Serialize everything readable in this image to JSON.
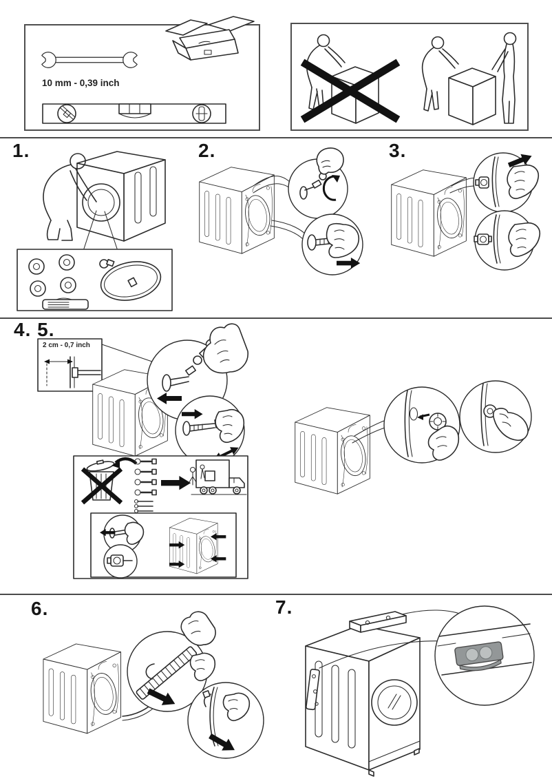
{
  "page": {
    "bg": "#ffffff",
    "ink": "#2b2b2b",
    "divider_color": "#4a4a4a",
    "arrow_color": "#121212",
    "bubble_gray": "#939798",
    "bubble_light": "#bcc0c0"
  },
  "tools_panel": {
    "wrench_label": "10 mm - 0,39 inch",
    "icons": [
      "wrench-icon",
      "toolbox-icon",
      "spirit-level-icon"
    ]
  },
  "lifting_panel": {
    "wrong_icon": "one-person-lift-icon",
    "prohibition_icon": "prohibition-x-icon",
    "correct_icon": "two-person-lift-icon"
  },
  "steps": [
    {
      "label": "1.",
      "topic": "unpack-parts-from-drum"
    },
    {
      "label": "2.",
      "topic": "unscrew-and-remove-transit-bolts"
    },
    {
      "label": "3.",
      "topic": "remove-plastic-spacers"
    },
    {
      "label": "4. 5.",
      "topic": "keep-transit-bolts-and-fit-caps"
    },
    {
      "label": "6.",
      "topic": "release-drain-hose"
    },
    {
      "label": "7.",
      "topic": "check-level-remove-brackets"
    }
  ],
  "inset": {
    "gap_label": "2 cm - 0,7 inch"
  },
  "icons": {
    "wrench": "wrench-icon",
    "toolbox": "toolbox-icon",
    "spirit_level": "spirit-level-icon",
    "prohibition_x": "prohibition-x-icon",
    "washer_rear": "washer-rear-icon",
    "washer_front": "washer-front-icon",
    "transit_bolt": "transit-bolt-icon",
    "spacer": "spacer-icon",
    "cap": "cap-icon",
    "inlet_hose": "inlet-hose-icon",
    "drain_hose": "drain-hose-icon",
    "parts_tray": "parts-tray-icon",
    "hand": "hand-icon",
    "rotation_arrow": "rotation-arrow-icon",
    "direction_arrow": "direction-arrow-icon",
    "trash_can": "trash-can-icon",
    "truck": "truck-icon",
    "level_bubble": "level-bubble-icon",
    "bracket": "bracket-icon"
  }
}
